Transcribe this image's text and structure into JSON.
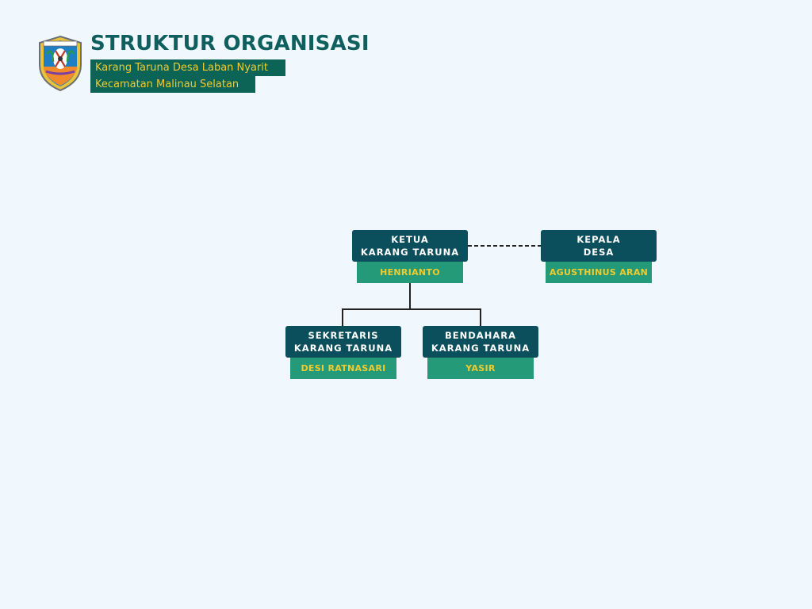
{
  "header": {
    "title": "STRUKTUR ORGANISASI",
    "subtitle_line1": "Karang Taruna Desa Laban Nyarit",
    "subtitle_line2": "Kecamatan Malinau Selatan",
    "logo_icon": "regency-shield-emblem-icon"
  },
  "org_chart": {
    "nodes": [
      {
        "id": "ketua",
        "role_line1": "KETUA",
        "role_line2": "KARANG TARUNA",
        "name": "HENRIANTO"
      },
      {
        "id": "kepala",
        "role_line1": "KEPALA",
        "role_line2": "DESA",
        "name": "AGUSTHINUS ARAN"
      },
      {
        "id": "sekretaris",
        "role_line1": "SEKRETARIS",
        "role_line2": "KARANG TARUNA",
        "name": "DESI RATNASARI"
      },
      {
        "id": "bendahara",
        "role_line1": "BENDAHARA",
        "role_line2": "KARANG TARUNA",
        "name": "YASIR"
      }
    ],
    "links": [
      {
        "from": "ketua",
        "to": "kepala",
        "style": "dashed"
      },
      {
        "from": "ketua",
        "to": "sekretaris",
        "style": "solid"
      },
      {
        "from": "ketua",
        "to": "bendahara",
        "style": "solid"
      }
    ]
  },
  "colors": {
    "background": "#f1f8fd",
    "title": "#0f5f5f",
    "role_box": "#0b4e5c",
    "name_box": "#249a78",
    "name_text": "#f1cb2d",
    "subtitle_bg": "#0b6456"
  }
}
